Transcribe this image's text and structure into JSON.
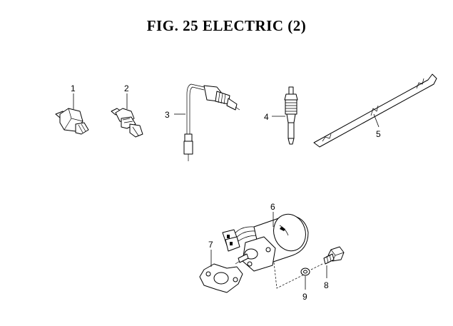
{
  "figure": {
    "title": "FIG. 25  ELECTRIC (2)"
  },
  "callouts": [
    "1",
    "2",
    "3",
    "4",
    "5",
    "6",
    "7",
    "8",
    "9"
  ]
}
